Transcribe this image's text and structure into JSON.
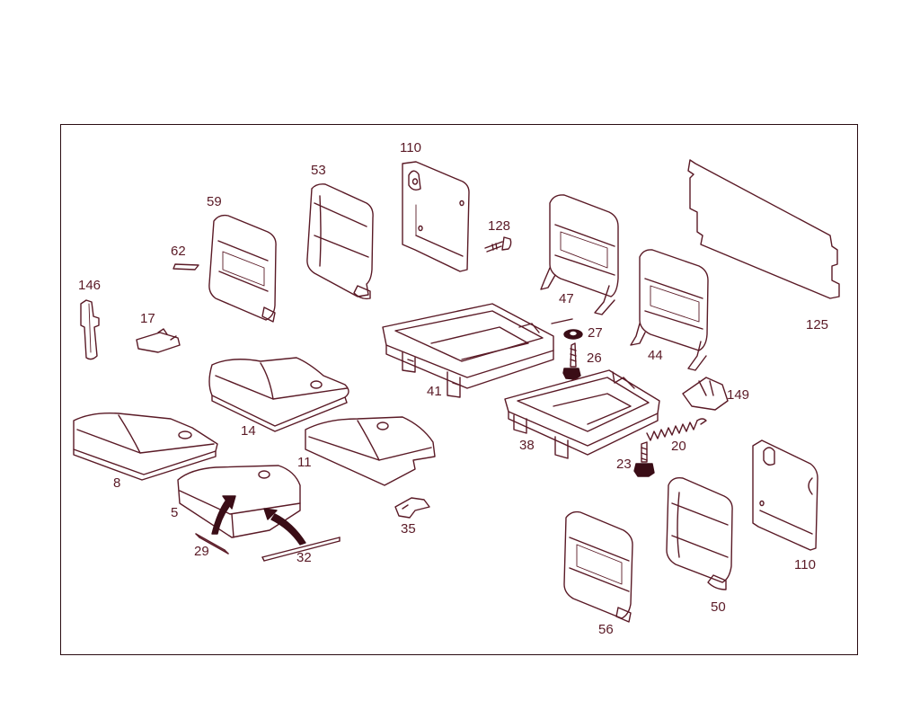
{
  "diagram": {
    "frame_color": "#2a0c12",
    "line_color": "#5a1a26",
    "labels": {
      "p110a": "110",
      "p53": "53",
      "p59": "59",
      "p62": "62",
      "p146": "146",
      "p17": "17",
      "p128": "128",
      "p47": "47",
      "p27": "27",
      "p26": "26",
      "p41": "41",
      "p44": "44",
      "p125": "125",
      "p149": "149",
      "p14": "14",
      "p11": "11",
      "p8": "8",
      "p5": "5",
      "p29": "29",
      "p32": "32",
      "p35": "35",
      "p38": "38",
      "p20": "20",
      "p23": "23",
      "p110b": "110",
      "p50": "50",
      "p56": "56"
    }
  }
}
